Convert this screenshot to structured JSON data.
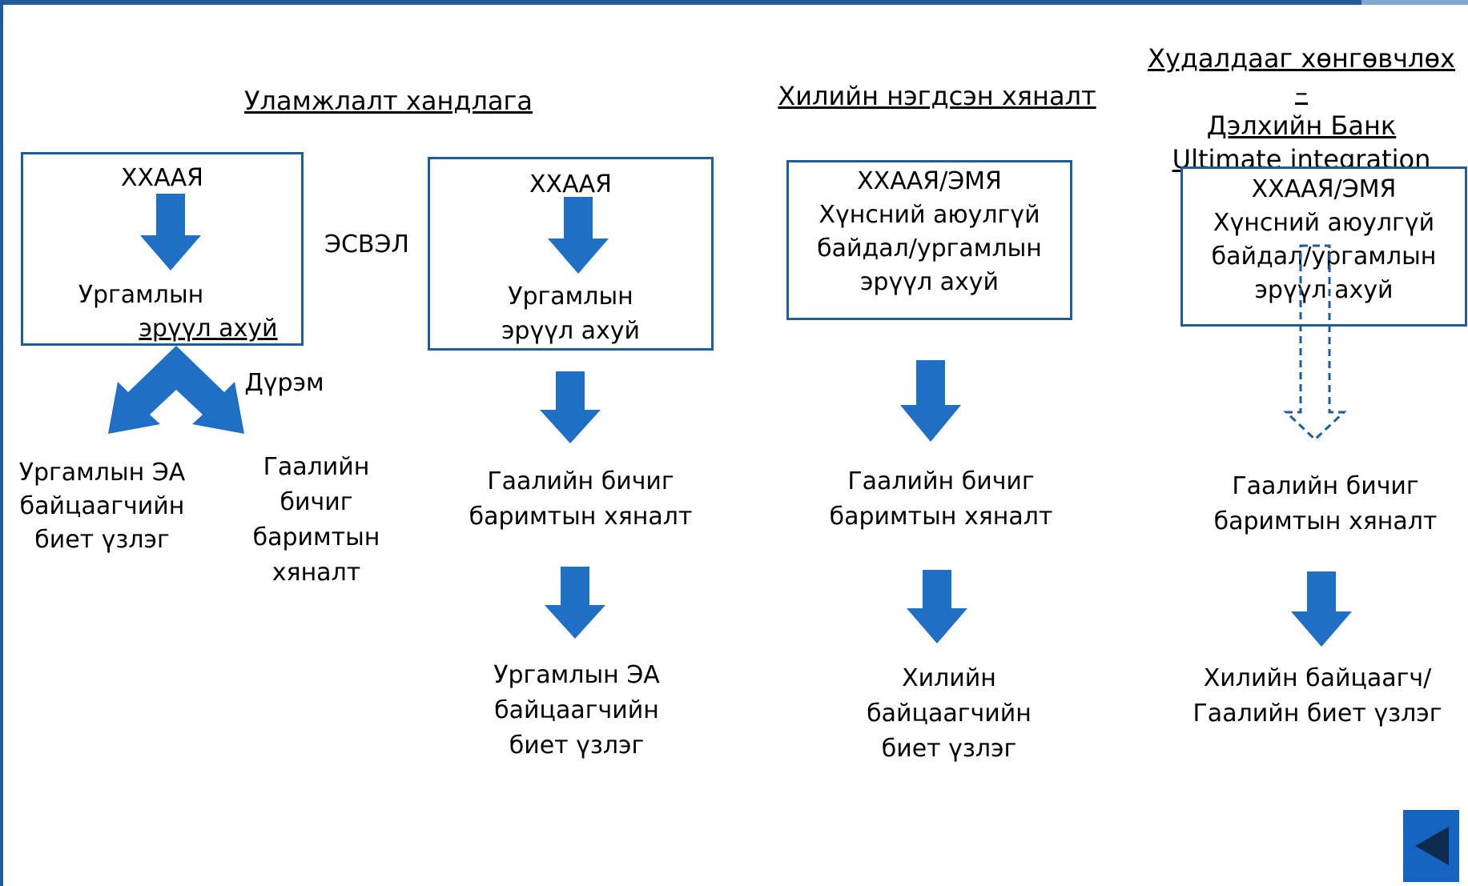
{
  "headings": {
    "col1": "Уламжлалт хандлага",
    "col3": "Хилийн нэгдсэн хяналт",
    "col4_line1": "Худалдааг хөнгөвчлөх –",
    "col4_line2": "Дэлхийн Банк",
    "col4_line3": "Ultimate integration"
  },
  "col1": {
    "box_top": "ХХААЯ",
    "box_bottom_line1": "Ургамлын",
    "box_bottom_line2": "эрүүл ахуй",
    "or_label": "ЭСВЭЛ",
    "rule_label": "Дүрэм",
    "left_line1": "Ургамлын ЭА",
    "left_line2": "байцаагчийн",
    "left_line3": "биет үзлэг",
    "right_line1": "Гаалийн",
    "right_line2": "бичиг",
    "right_line3": "баримтын",
    "right_line4": "хяналт"
  },
  "col2": {
    "box_top": "ХХААЯ",
    "box_bottom_line1": "Ургамлын",
    "box_bottom_line2": "эрүүл ахуй",
    "step2_line1": "Гаалийн бичиг",
    "step2_line2": "баримтын хяналт",
    "step3_line1": "Ургамлын ЭА",
    "step3_line2": "байцаагчийн",
    "step3_line3": "биет үзлэг"
  },
  "col3": {
    "box_line1": "ХХААЯ/ЭМЯ",
    "box_line2": "Хүнсний аюулгүй",
    "box_line3": "байдал/ургамлын",
    "box_line4": "эрүүл ахуй",
    "step2_line1": "Гаалийн бичиг",
    "step2_line2": "баримтын хяналт",
    "step3_line1": "Хилийн",
    "step3_line2": "байцаагчийн",
    "step3_line3": "биет үзлэг"
  },
  "col4": {
    "box_line1": "ХХААЯ/ЭМЯ",
    "box_line2": "Хүнсний аюулгүй",
    "box_line3": "байдал/ургамлын",
    "box_line4": "эрүүл ахуй",
    "step2_line1": "Гаалийн бичиг",
    "step2_line2": "баримтын хяналт",
    "step3_line1": "Хилийн байцаагч/",
    "step3_line2": "Гаалийн биет үзлэг"
  },
  "colors": {
    "accent": "#1f5c99",
    "arrow_fill": "#1f6fc5",
    "button_bg": "#1565c0",
    "button_icon": "#0d2a4f"
  },
  "icons": {
    "back": "back-triangle-icon"
  }
}
